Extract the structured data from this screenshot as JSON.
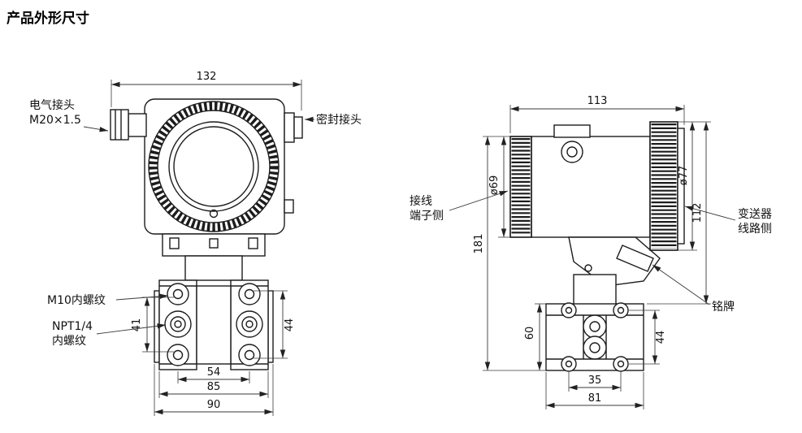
{
  "title": "产品外形尺寸",
  "front_view": {
    "labels": {
      "electrical_connector": "电气接头",
      "electrical_connector_spec": "M20×1.5",
      "seal_connector": "密封接头",
      "m10_thread": "M10内螺纹",
      "npt_line1": "NPT1/4",
      "npt_line2": "内螺纹"
    },
    "dims": {
      "overall_width": "132",
      "left_bolt_span": "41",
      "right_bolt_span": "44",
      "port_span": "54",
      "flange_span": "85",
      "overall_flange_width": "90"
    }
  },
  "side_view": {
    "labels": {
      "terminal_line1": "接线",
      "terminal_line2": "端子侧",
      "circuit_line1": "变送器",
      "circuit_line2": "线路侧",
      "nameplate": "铭牌"
    },
    "dims": {
      "overall_width": "113",
      "terminal_dia": "ø69",
      "circuit_dia": "ø77",
      "housing_height": "112",
      "overall_height": "181",
      "flange_height": "60",
      "bolt_span_v": "44",
      "bolt_span_h": "35",
      "flange_width": "81"
    }
  },
  "colors": {
    "line": "#1c1c1c",
    "background": "#ffffff",
    "text": "#111111"
  }
}
